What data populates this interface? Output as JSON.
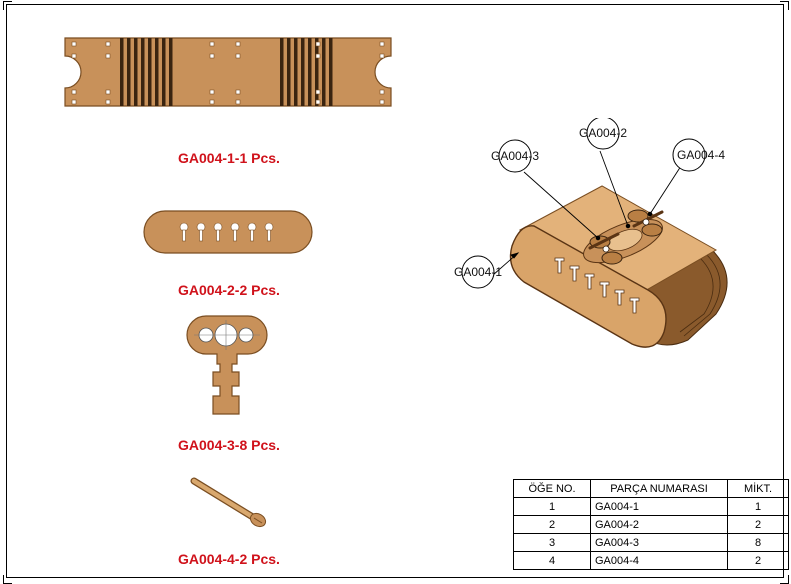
{
  "parts": [
    {
      "label": "GA004-1-1 Pcs."
    },
    {
      "label": "GA004-2-2 Pcs."
    },
    {
      "label": "GA004-3-8 Pcs."
    },
    {
      "label": "GA004-4-2 Pcs."
    }
  ],
  "balloons": [
    {
      "text": "GA004-3"
    },
    {
      "text": "GA004-2"
    },
    {
      "text": "GA004-4"
    },
    {
      "text": "GA004-1"
    }
  ],
  "bom": {
    "headers": [
      "ÖĞE NO.",
      "PARÇA NUMARASI",
      "MİKT."
    ],
    "rows": [
      [
        "1",
        "GA004-1",
        "1"
      ],
      [
        "2",
        "GA004-2",
        "2"
      ],
      [
        "3",
        "GA004-3",
        "8"
      ],
      [
        "4",
        "GA004-4",
        "2"
      ]
    ]
  },
  "colors": {
    "wood": "#c8915a",
    "wood_dark": "#7a4e22",
    "label_red": "#d0121b"
  }
}
